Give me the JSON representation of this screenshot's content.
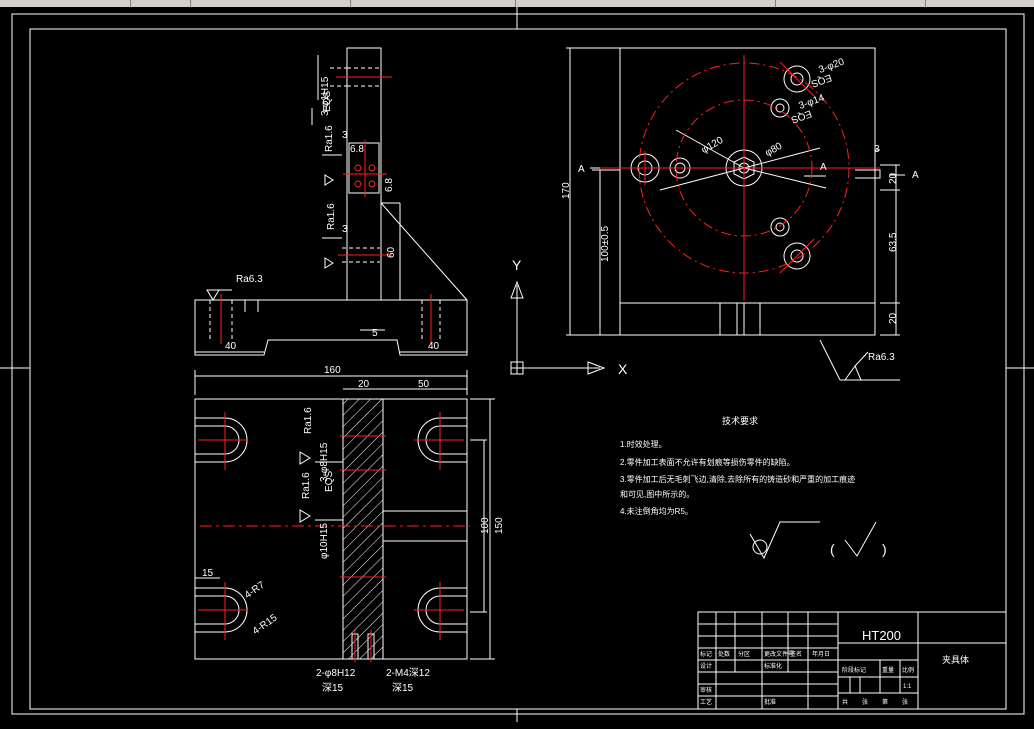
{
  "colors": {
    "background": "#000000",
    "line": "#ffffff",
    "centerline": "#ff2020",
    "toolbar": "#d4d0c8"
  },
  "axes_icon": {
    "y_label": "Y",
    "x_label": "X"
  },
  "front_view": {
    "dim_width_left": "40",
    "dim_width_right": "40",
    "dim_5": "5",
    "dim_60": "60",
    "dim_3a": "3",
    "dim_3b": "3",
    "dim_6_8_top": "6.8",
    "dim_6_8_side": "6.8",
    "ra_top": "Ra1.6",
    "ra_mid": "Ra1.6",
    "ra_base": "Ra6.3",
    "hole_top": "3-φ1H15",
    "hole_top_eqs": "EQS"
  },
  "top_view": {
    "dim_160": "160",
    "dim_20": "20",
    "dim_50": "50",
    "dim_100": "100",
    "dim_150": "150",
    "dim_15": "15",
    "ra_a": "Ra1.6",
    "ra_b": "Ra1.6",
    "hole_mid": "3-φ8H15",
    "hole_mid_eqs": "EQS",
    "hole_center": "φ10H15",
    "r7": "4-R7",
    "r15": "4-R15",
    "pin1": "2-φ8H12",
    "pin1_depth": "深15",
    "pin2": "2-M4深12",
    "pin2_depth": "深15"
  },
  "side_view": {
    "dim_170": "170",
    "dim_100_5": "100±0.5",
    "dim_20_top": "20",
    "dim_63_5": "63.5",
    "dim_20_bot": "20",
    "dim_3": "3",
    "phi120": "φ120",
    "phi80": "φ80",
    "holes20": "3-φ20",
    "holes20_eqs": "EQS",
    "holes14": "3-φ14",
    "holes14_eqs": "EQS",
    "section_a_left": "A",
    "section_a_right": "A",
    "section_a_inner": "A",
    "ra": "Ra6.3"
  },
  "notes": {
    "heading": "技术要求",
    "lines": [
      "1.时效处理。",
      "2.零件加工表面不允许有划痕等损伤零件的缺陷。",
      "3.零件加工后无毛刺飞边,清除,去除所有的铸造砂和严重的加工痕迹",
      "  和可见,图中所示的。",
      "4.未注倒角均为R5。"
    ]
  },
  "roughness_symbol": {
    "paren_open": "(",
    "paren_close": ")"
  },
  "title_block": {
    "material": "HT200",
    "part_name": "夹具体",
    "scale": "1:1",
    "r1": [
      "标记",
      "处数",
      "分区",
      "更改文件号",
      "签名",
      "年月日"
    ],
    "r2": [
      "设计",
      "",
      "",
      "标准化",
      "",
      ""
    ],
    "r3": [
      "审核",
      ""
    ],
    "r4": [
      "工艺",
      "",
      "批准"
    ],
    "right_labels": [
      "阶段标记",
      "重量",
      "比例"
    ],
    "bottom_labels": [
      "共",
      "张",
      "第",
      "张"
    ]
  }
}
